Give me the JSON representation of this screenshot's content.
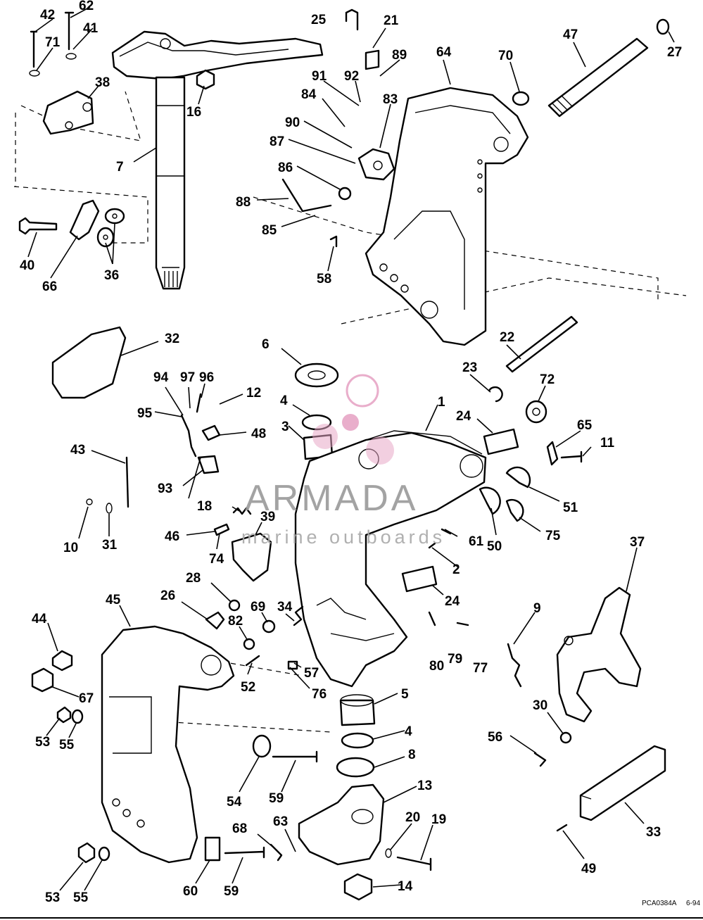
{
  "callouts": [
    {
      "id": "c1",
      "text": "1"
    },
    {
      "id": "c2",
      "text": "2"
    },
    {
      "id": "c3",
      "text": "3"
    },
    {
      "id": "c4a",
      "text": "4"
    },
    {
      "id": "c4b",
      "text": "4"
    },
    {
      "id": "c5",
      "text": "5"
    },
    {
      "id": "c6",
      "text": "6"
    },
    {
      "id": "c7",
      "text": "7"
    },
    {
      "id": "c8",
      "text": "8"
    },
    {
      "id": "c9",
      "text": "9"
    },
    {
      "id": "c10",
      "text": "10"
    },
    {
      "id": "c11",
      "text": "11"
    },
    {
      "id": "c12",
      "text": "12"
    },
    {
      "id": "c13",
      "text": "13"
    },
    {
      "id": "c14",
      "text": "14"
    },
    {
      "id": "c16",
      "text": "16"
    },
    {
      "id": "c18",
      "text": "18"
    },
    {
      "id": "c19",
      "text": "19"
    },
    {
      "id": "c20",
      "text": "20"
    },
    {
      "id": "c21",
      "text": "21"
    },
    {
      "id": "c22",
      "text": "22"
    },
    {
      "id": "c23",
      "text": "23"
    },
    {
      "id": "c24a",
      "text": "24"
    },
    {
      "id": "c24b",
      "text": "24"
    },
    {
      "id": "c25",
      "text": "25"
    },
    {
      "id": "c26",
      "text": "26"
    },
    {
      "id": "c27",
      "text": "27"
    },
    {
      "id": "c28",
      "text": "28"
    },
    {
      "id": "c30",
      "text": "30"
    },
    {
      "id": "c31",
      "text": "31"
    },
    {
      "id": "c32",
      "text": "32"
    },
    {
      "id": "c33",
      "text": "33"
    },
    {
      "id": "c34",
      "text": "34"
    },
    {
      "id": "c36",
      "text": "36"
    },
    {
      "id": "c37",
      "text": "37"
    },
    {
      "id": "c38",
      "text": "38"
    },
    {
      "id": "c39",
      "text": "39"
    },
    {
      "id": "c40",
      "text": "40"
    },
    {
      "id": "c41",
      "text": "41"
    },
    {
      "id": "c42",
      "text": "42"
    },
    {
      "id": "c43",
      "text": "43"
    },
    {
      "id": "c44",
      "text": "44"
    },
    {
      "id": "c45",
      "text": "45"
    },
    {
      "id": "c46",
      "text": "46"
    },
    {
      "id": "c47",
      "text": "47"
    },
    {
      "id": "c48",
      "text": "48"
    },
    {
      "id": "c49",
      "text": "49"
    },
    {
      "id": "c50",
      "text": "50"
    },
    {
      "id": "c51",
      "text": "51"
    },
    {
      "id": "c52",
      "text": "52"
    },
    {
      "id": "c53a",
      "text": "53"
    },
    {
      "id": "c53b",
      "text": "53"
    },
    {
      "id": "c54",
      "text": "54"
    },
    {
      "id": "c55a",
      "text": "55"
    },
    {
      "id": "c55b",
      "text": "55"
    },
    {
      "id": "c56",
      "text": "56"
    },
    {
      "id": "c57",
      "text": "57"
    },
    {
      "id": "c58",
      "text": "58"
    },
    {
      "id": "c59a",
      "text": "59"
    },
    {
      "id": "c59b",
      "text": "59"
    },
    {
      "id": "c60",
      "text": "60"
    },
    {
      "id": "c61",
      "text": "61"
    },
    {
      "id": "c62",
      "text": "62"
    },
    {
      "id": "c63",
      "text": "63"
    },
    {
      "id": "c64",
      "text": "64"
    },
    {
      "id": "c65",
      "text": "65"
    },
    {
      "id": "c66",
      "text": "66"
    },
    {
      "id": "c67",
      "text": "67"
    },
    {
      "id": "c68",
      "text": "68"
    },
    {
      "id": "c69",
      "text": "69"
    },
    {
      "id": "c70",
      "text": "70"
    },
    {
      "id": "c71",
      "text": "71"
    },
    {
      "id": "c72",
      "text": "72"
    },
    {
      "id": "c74",
      "text": "74"
    },
    {
      "id": "c75",
      "text": "75"
    },
    {
      "id": "c76",
      "text": "76"
    },
    {
      "id": "c77",
      "text": "77"
    },
    {
      "id": "c79",
      "text": "79"
    },
    {
      "id": "c80",
      "text": "80"
    },
    {
      "id": "c82",
      "text": "82"
    },
    {
      "id": "c83",
      "text": "83"
    },
    {
      "id": "c84",
      "text": "84"
    },
    {
      "id": "c85",
      "text": "85"
    },
    {
      "id": "c86",
      "text": "86"
    },
    {
      "id": "c87",
      "text": "87"
    },
    {
      "id": "c88",
      "text": "88"
    },
    {
      "id": "c89",
      "text": "89"
    },
    {
      "id": "c90",
      "text": "90"
    },
    {
      "id": "c91",
      "text": "91"
    },
    {
      "id": "c92",
      "text": "92"
    },
    {
      "id": "c93",
      "text": "93"
    },
    {
      "id": "c94",
      "text": "94"
    },
    {
      "id": "c95",
      "text": "95"
    },
    {
      "id": "c96",
      "text": "96"
    },
    {
      "id": "c97",
      "text": "97"
    }
  ],
  "watermark": {
    "brand": "ARMADA",
    "tagline": "marine outboards",
    "accent_color": "#e7a6c6"
  },
  "footer": {
    "drawing_code": "PCA0384A",
    "date": "6-94"
  }
}
